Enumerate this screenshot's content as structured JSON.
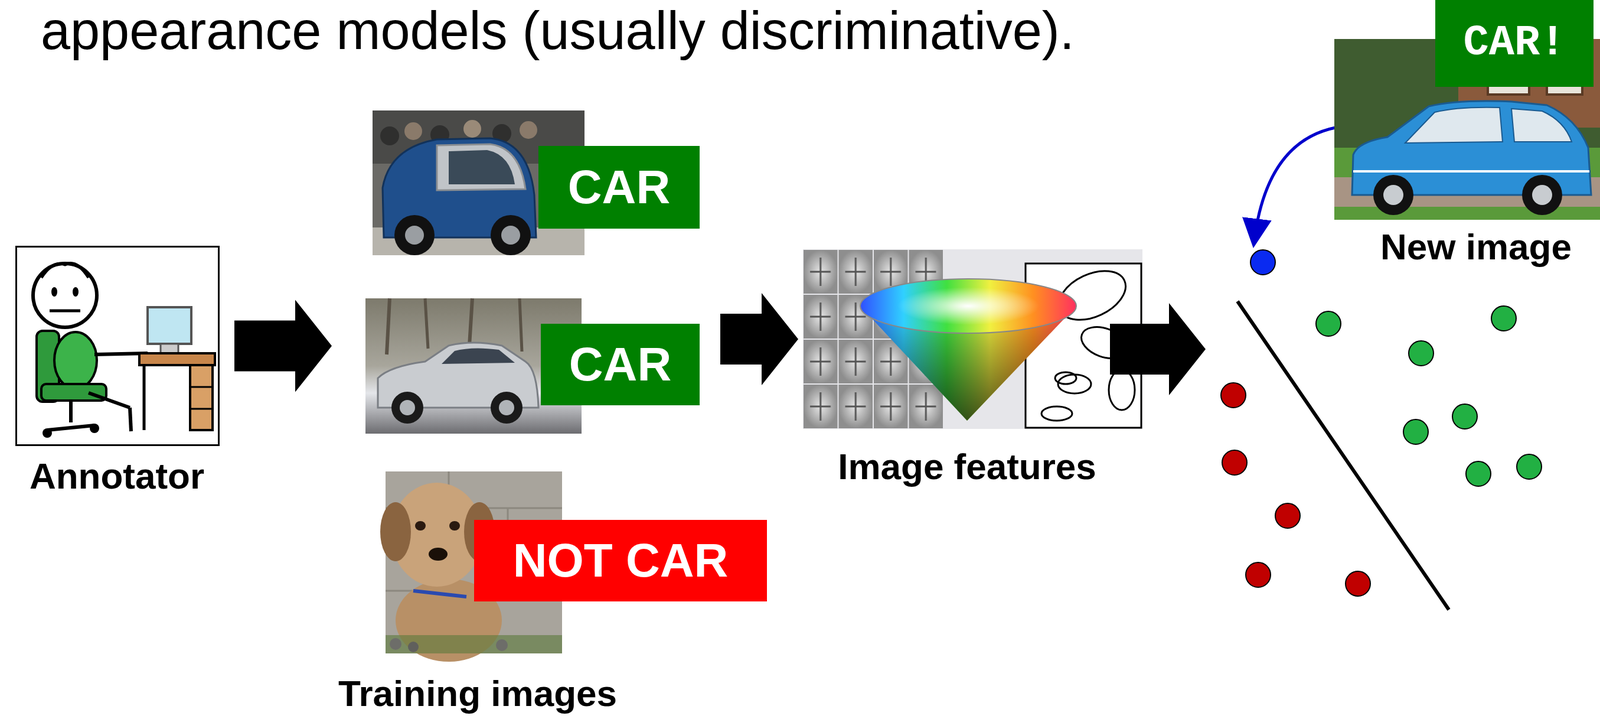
{
  "diagram": {
    "nodes": [
      {
        "text": [
          "Annotator"
        ]
      },
      {
        "text": [
          "Training images"
        ]
      },
      {
        "text": [
          "CAR"
        ],
        "in": 1
      },
      {
        "text": [
          "CAR"
        ],
        "in": 1
      },
      {
        "text": [
          "NOT CAR"
        ],
        "in": 1
      },
      {
        "text": [
          "Image features"
        ]
      },
      {
        "text": [
          "New image"
        ]
      },
      {
        "text": [
          "CAR!"
        ],
        "in": 6
      }
    ],
    "edges": [
      {
        "from": 0,
        "to": 1,
        "arrow": "to"
      },
      {
        "from": 1,
        "to": 5,
        "arrow": "to"
      }
    ],
    "labels": [
      "appearance models (usually discriminative)."
    ]
  }
}
